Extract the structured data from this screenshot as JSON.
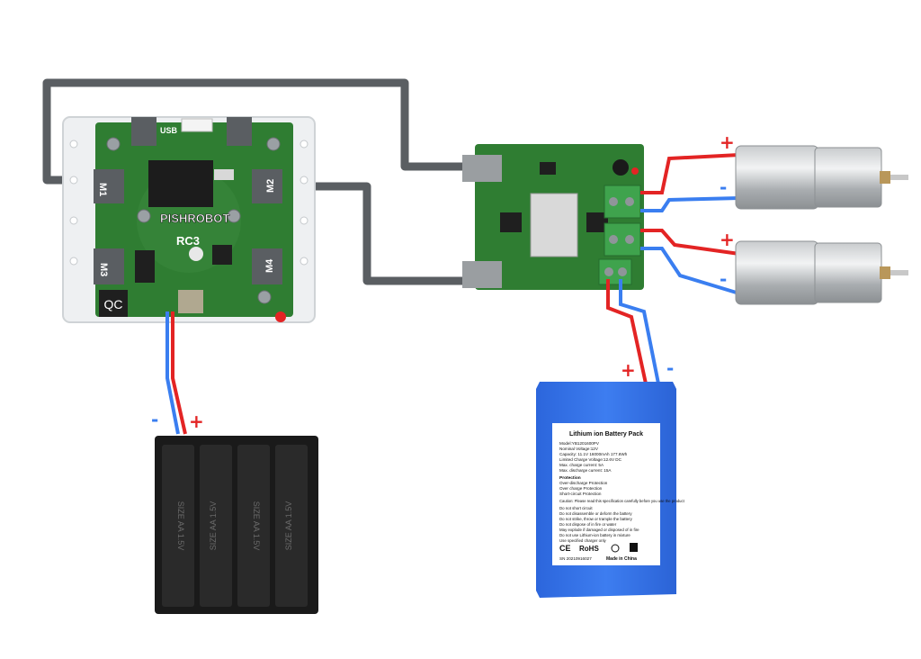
{
  "controller": {
    "brand": "PISHROBOT",
    "model": "RC3",
    "logo": "QC",
    "usb_label": "USB",
    "ports": [
      "M1",
      "M2",
      "M3",
      "M4"
    ]
  },
  "polarity": {
    "plus": "+",
    "minus": "-"
  },
  "aa_holder": {
    "cell_text": "SIZE AA 1.5V"
  },
  "battery_pack": {
    "title": "Lithium ion Battery Pack",
    "specs": [
      "Model:YB1201600PV",
      "Nominal Voltage:12V",
      "Capacity: 11.1V 16000mAh 177.6Wh",
      "Limited Charge Voltage:12.6V DC",
      "Max. charge current: 5A",
      "Max. discharge current: 15A"
    ],
    "protection_title": "Protection",
    "protection": [
      "Over-discharge Protection",
      "Over charge Protection",
      "Short-circuit  Protection"
    ],
    "caution": "Caution: Please read this specification carefully before  you use the product",
    "warnings": [
      "Do not  short circuit",
      "Do not disassemble or deform the battery",
      "Do not strike, throw or trample the battery",
      "Do not dispose of in fire or water",
      "May explode if damaged or disposed of in fire",
      "Do not use Lithium-ion battery in mixture",
      "Use specified charger only"
    ],
    "certs": [
      "CE",
      "RoHS"
    ],
    "serial": "SN 20210916027",
    "made_in": "Made in China"
  },
  "colors": {
    "board_green": "#2f7d32",
    "wire_red": "#e32424",
    "wire_blue": "#3a7ef0",
    "cable_gray": "#5a5e62",
    "battery_blue": "#2f6fe6"
  }
}
